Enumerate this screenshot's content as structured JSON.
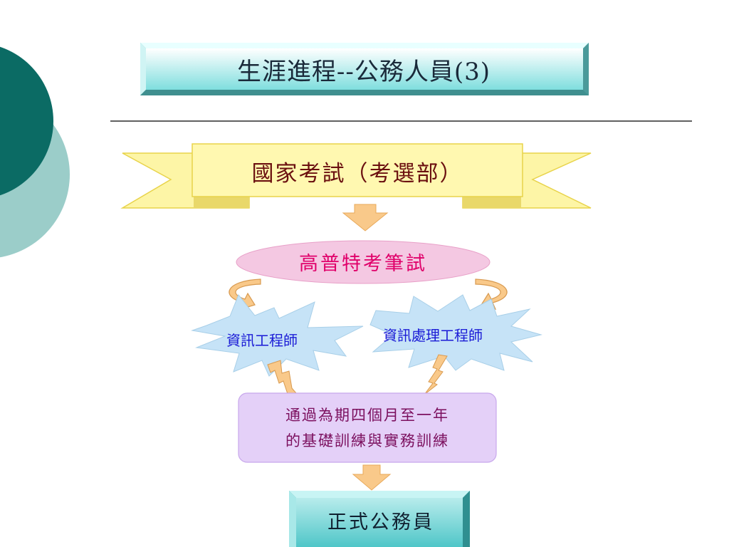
{
  "title": "生涯進程--公務人員(3)",
  "banner": "國家考試（考選部）",
  "exam": "高普特考筆試",
  "positions": [
    "資訊工程師",
    "資訊處理工程師"
  ],
  "training": [
    "通過為期四個月至一年",
    "的基礎訓練與實務訓練"
  ],
  "final": "正式公務員",
  "colors": {
    "teal_dark": "#0b6b64",
    "teal_light": "#9bcdc9",
    "title_box": "#8fe0e0",
    "banner_fill": "#fdf5a6",
    "arrow_fill": "#f9c98a",
    "ellipse_fill": "#f4c8e2",
    "burst_fill": "#bfe0f5",
    "training_fill": "#e4d0f8",
    "final_box": "#6fd3d6"
  }
}
